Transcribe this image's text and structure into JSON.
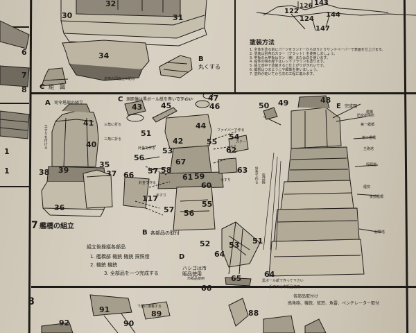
{
  "top_left": {
    "labels": [
      "30",
      "31",
      "32",
      "34"
    ],
    "side_labels": [
      "6",
      "7",
      "8"
    ],
    "caption_c": "C",
    "caption_c_text": "組　図",
    "caption_b": "B",
    "caption_b_text": "丸くする",
    "note_34": "倉庫の図面上に貼る"
  },
  "top_right": {
    "labels": [
      "143",
      "122",
      "124",
      "144",
      "147",
      "126"
    ],
    "title": "塗装方法",
    "lines": [
      "1. 全体を塗る前にパーツをランナーから切りとりサンドペーパーで表面を仕上げます。",
      "2. 塗装は別売のカラー（フラット）を使用しましょう。",
      "3. 甲板の木甲板はタン（黄）または白を使います。",
      "4. 船体の喫水線下はレッドブラウンを塗ります。",
      "5. 組立途中で塗装すると仕上がりがきれいです。",
      "6. 細部はつまようじや細筆を使いましょう。",
      "7. 塗料が乾いてから次の工程に進みます。"
    ]
  },
  "section7": {
    "step_number": "7",
    "step_title": "艦橋の組立",
    "sub_a": "A",
    "sub_a_text": "司令塔部の組立",
    "sub_b": "B",
    "sub_b_text": "各部品の取付",
    "sub_c": "C",
    "sub_c_text": "測距儀は黒ボール紙を巻いて下さい",
    "sub_d": "D",
    "sub_d_text": "ハシゴは市販品使用",
    "sub_e": "E",
    "sub_e_text": "完成図",
    "parts_a": [
      "41",
      "35",
      "39",
      "37",
      "38",
      "36",
      "40"
    ],
    "note_a1": "三角に折る",
    "note_a2": "三角に折る",
    "note_a3": "手すりを付ける",
    "parts_b": [
      "43",
      "45",
      "46",
      "47",
      "44",
      "51",
      "55",
      "54",
      "53",
      "62",
      "42",
      "56",
      "57",
      "58",
      "67",
      "63",
      "61",
      "60",
      "59",
      "66",
      "117",
      "57",
      "56",
      "55",
      "50",
      "49",
      "48"
    ],
    "notes_b": [
      "ファイバーで作る",
      "針金で作る",
      "針金で作る",
      "手すり",
      "手すり",
      "ファイバー",
      "ステー"
    ],
    "notes_e": [
      "第一艦橋",
      "第二艦橋",
      "主砲塔",
      "探照燈",
      "煙突",
      "後部艦橋",
      "艦橋",
      "防空指揮所",
      "射撃塔"
    ],
    "notes_e_mid": [
      "針金で作る",
      "電話線"
    ],
    "parts_d": [
      "52",
      "53",
      "51",
      "64",
      "65",
      "66",
      "64"
    ],
    "note_d": "市販品使用",
    "note_d2": "黒ボール紙で作って下さい",
    "note_d3": "手すりは市販品使用",
    "assembly_notes_title": "組立後操縦各部品",
    "assembly_rows": [
      "1. 艦橋部 機銃 機銃 探照燈",
      "2. 機銃 機銃",
      "3. 全部品を一つ完成する"
    ],
    "left_side": [
      "1",
      "1"
    ]
  },
  "section8": {
    "step_number": "8",
    "parts": [
      "91",
      "92",
      "90",
      "89",
      "88"
    ],
    "notes": [
      "高角砲、機銃、舷窓、魚雷、ベンチレーター取付",
      "各部品取付け",
      "下部に接着する"
    ]
  },
  "colors": {
    "paper": "#d6cfc1",
    "ink": "#1d1b18",
    "shade": "#3b3832"
  }
}
